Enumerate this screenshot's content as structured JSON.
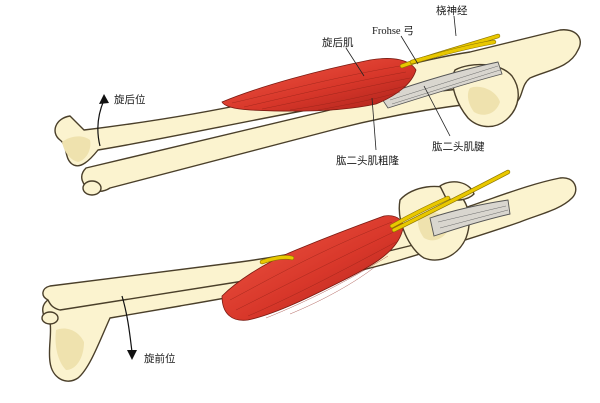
{
  "labels": {
    "supinator": "旋后肌",
    "frohse": "Frohse 弓",
    "radial_nerve": "桡神经",
    "supination": "旋后位",
    "biceps_tuberosity": "肱二头肌粗隆",
    "biceps_tendon": "肱二头肌腱",
    "pronation": "旋前位"
  },
  "colors": {
    "bone_fill": "#fbf3cf",
    "bone_outline": "#4a3f2a",
    "muscle_light": "#e8473a",
    "muscle_dark": "#b3241a",
    "nerve": "#e9c800",
    "tendon": "#d9d6cf"
  },
  "icons": {
    "rotation_arrow_top": "curved-arrow-up-icon",
    "rotation_arrow_bottom": "curved-arrow-down-icon"
  }
}
